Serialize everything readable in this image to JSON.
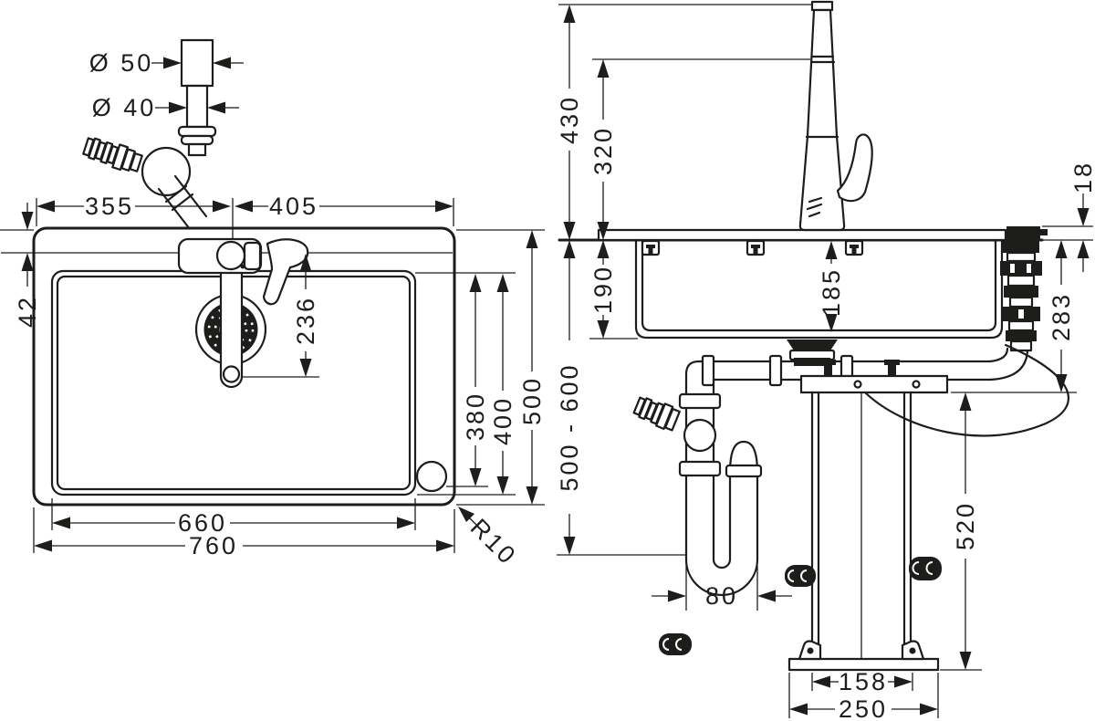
{
  "drawing": {
    "stroke_color": "#1d1d1b",
    "background": "#ffffff",
    "type": "sink-installation-dimensional-drawing",
    "views": {
      "top": {
        "d50": "Ø 50",
        "d40": "Ø 40",
        "left_span": "355",
        "right_span": "405",
        "rim_width": "42",
        "spout_reach": "236",
        "bowl_inner": "380",
        "bowl_outer": "400",
        "depth_total": "500",
        "bowl_width": "660",
        "width_total": "760",
        "corner_radius": "R10"
      },
      "front": {
        "height_total": "430",
        "spout_height": "320",
        "block_height": "18",
        "basin_outer": "190",
        "basin_inner": "185",
        "below_top": "283",
        "drain_range": "500 - 600",
        "console_height": "520",
        "trap_offset": "80",
        "console_width": "158",
        "base_width": "250"
      }
    }
  }
}
